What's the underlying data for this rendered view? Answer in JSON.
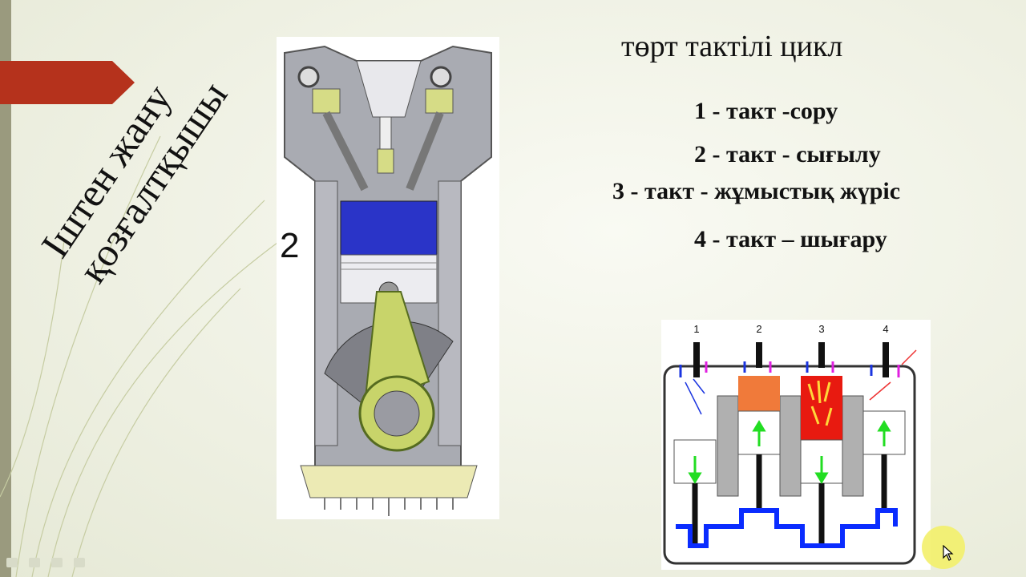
{
  "slide": {
    "title_lines": [
      "Іштен жану",
      "қозғалтқышы"
    ],
    "cycle_title": "төрт тактілі цикл",
    "steps": [
      "1 - такт -сору",
      "2 - такт - сығылу",
      "3  - такт - жұмыстық жүріс",
      "4 - такт – шығару"
    ]
  },
  "engine_diagram": {
    "stroke_number": "2"
  },
  "cylinder_diagram": {
    "labels": [
      "1",
      "2",
      "3",
      "4"
    ]
  },
  "colors": {
    "accent_arrow": "#b5321c",
    "piston_blue": "#2a34c8",
    "rod_green": "#c8d46a",
    "crank_blue": "#0a2cff",
    "compress_orange": "#f07a3a",
    "combust_red": "#e81a10",
    "flame_yellow": "#ffd83a",
    "arrow_green": "#22dd22",
    "valve_magenta": "#e020e0"
  }
}
